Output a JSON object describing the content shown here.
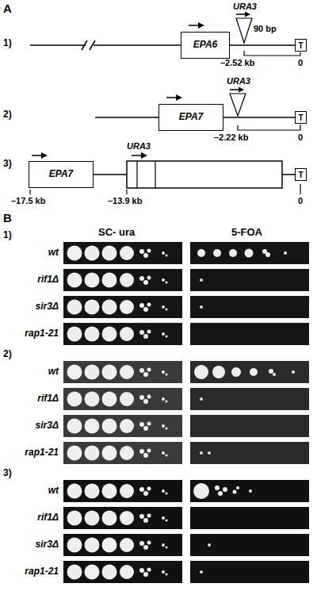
{
  "diagram": {
    "nodes": [
      {
        "text": [
          "EPA6"
        ]
      },
      {
        "text": [
          "T"
        ]
      },
      {
        "text": [
          "EPA7"
        ]
      },
      {
        "text": [
          "T"
        ]
      },
      {
        "text": [
          "EPA7"
        ]
      },
      {
        "text": [
          "T"
        ]
      }
    ],
    "edges": [
      {
        "from": 0,
        "to": 1,
        "arrow": "none"
      },
      {
        "from": 2,
        "to": 3,
        "arrow": "none"
      },
      {
        "from": 4,
        "to": 5,
        "arrow": "none"
      }
    ],
    "labels": [
      "A",
      "1)",
      "URA3",
      "90 bp",
      "–2.52 kb",
      "0",
      "2)",
      "URA3",
      "–2.22 kb",
      "0",
      "3)",
      "URA3",
      "–17.5 kb",
      "–13.9 kb",
      "0",
      "B",
      "SC- ura",
      "5-FOA",
      "1)",
      "wt",
      "rif1Δ",
      "sir3Δ",
      "rap1-21",
      "2)",
      "wt",
      "rif1Δ",
      "sir3Δ",
      "rap1-21",
      "3)",
      "wt",
      "rif1Δ",
      "sir3Δ",
      "rap1-21"
    ]
  }
}
